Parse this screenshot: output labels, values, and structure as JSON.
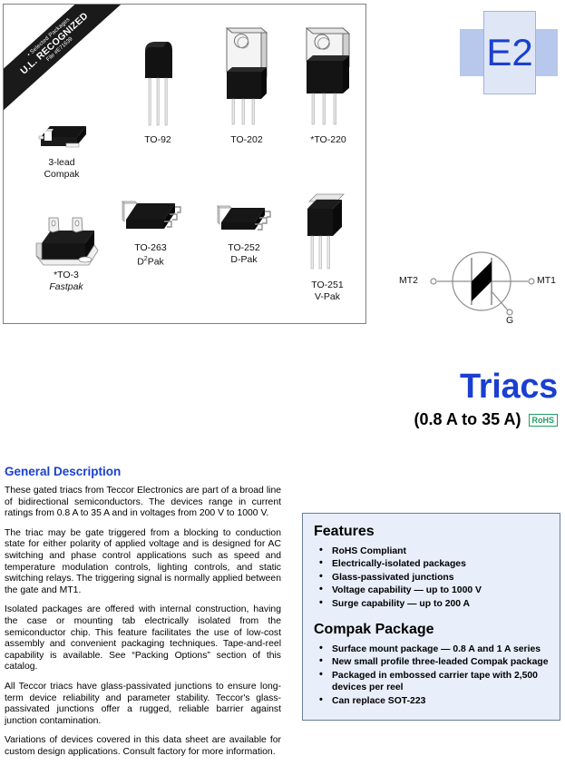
{
  "ul_banner": {
    "line1": "• Selected Packages",
    "line2": "U.L. RECOGNIZED",
    "line3": "File #E71639"
  },
  "packages": [
    {
      "id": "compak",
      "name_line1": "3-lead",
      "name_line2": "Compak",
      "italic_line2": false
    },
    {
      "id": "to92",
      "name_line1": "TO-92",
      "name_line2": "",
      "italic_line2": false
    },
    {
      "id": "to202",
      "name_line1": "TO-202",
      "name_line2": "",
      "italic_line2": false
    },
    {
      "id": "to220",
      "name_line1": "*TO-220",
      "name_line2": "",
      "italic_line2": false
    },
    {
      "id": "to3",
      "name_line1": "*TO-3",
      "name_line2": "Fastpak",
      "italic_line2": true
    },
    {
      "id": "to263",
      "name_line1": "TO-263",
      "name_line2": "D2Pak",
      "italic_line2": false
    },
    {
      "id": "to252",
      "name_line1": "TO-252",
      "name_line2": "D-Pak",
      "italic_line2": false
    },
    {
      "id": "to251",
      "name_line1": "TO-251",
      "name_line2": "V-Pak",
      "italic_line2": false
    }
  ],
  "logo": {
    "text": "E2"
  },
  "triac_symbol": {
    "mt2_label": "MT2",
    "mt1_label": "MT1",
    "gate_label": "G"
  },
  "title": {
    "main": "Triacs",
    "subtitle": "(0.8 A to 35 A)",
    "badge": "RoHS"
  },
  "general_description": {
    "heading": "General Description",
    "paragraphs": [
      "These gated triacs from Teccor Electronics are part of a broad line of bidirectional semiconductors. The devices range in current ratings from 0.8 A to 35 A and in voltages from 200 V to 1000 V.",
      "The triac may be gate triggered from a blocking to conduction state for either polarity of applied voltage and is designed for AC switching and phase control applications such as speed and temperature modulation controls, lighting controls, and static switching relays. The triggering signal is normally applied between the gate and MT1.",
      "Isolated packages are offered with internal construction, having the case or mounting tab electrically isolated from the semiconductor chip. This feature facilitates the use of low-cost assembly and convenient packaging techniques. Tape-and-reel capability is available. See “Packing Options” section of this catalog.",
      "All Teccor triacs have glass-passivated junctions to ensure long-term device reliability and parameter stability. Teccor's glass-passivated junctions offer a rugged, reliable barrier against junction contamination.",
      "Variations of devices covered in this data sheet are available for custom design applications. Consult factory for more information."
    ]
  },
  "features": {
    "heading": "Features",
    "items": [
      "RoHS Compliant",
      "Electrically-isolated packages",
      "Glass-passivated junctions",
      "Voltage capability — up to 1000 V",
      "Surge capability — up to 200 A"
    ]
  },
  "compak": {
    "heading": "Compak Package",
    "items": [
      "Surface mount package — 0.8 A and 1 A series",
      "New small profile three-leaded Compak package",
      "Packaged in embossed carrier tape with 2,500 devices per reel",
      "Can replace SOT-223"
    ]
  },
  "colors": {
    "accent_blue": "#1b3fd0",
    "panel_bg": "#e8eefa",
    "rohs_green": "#1f9e62"
  }
}
